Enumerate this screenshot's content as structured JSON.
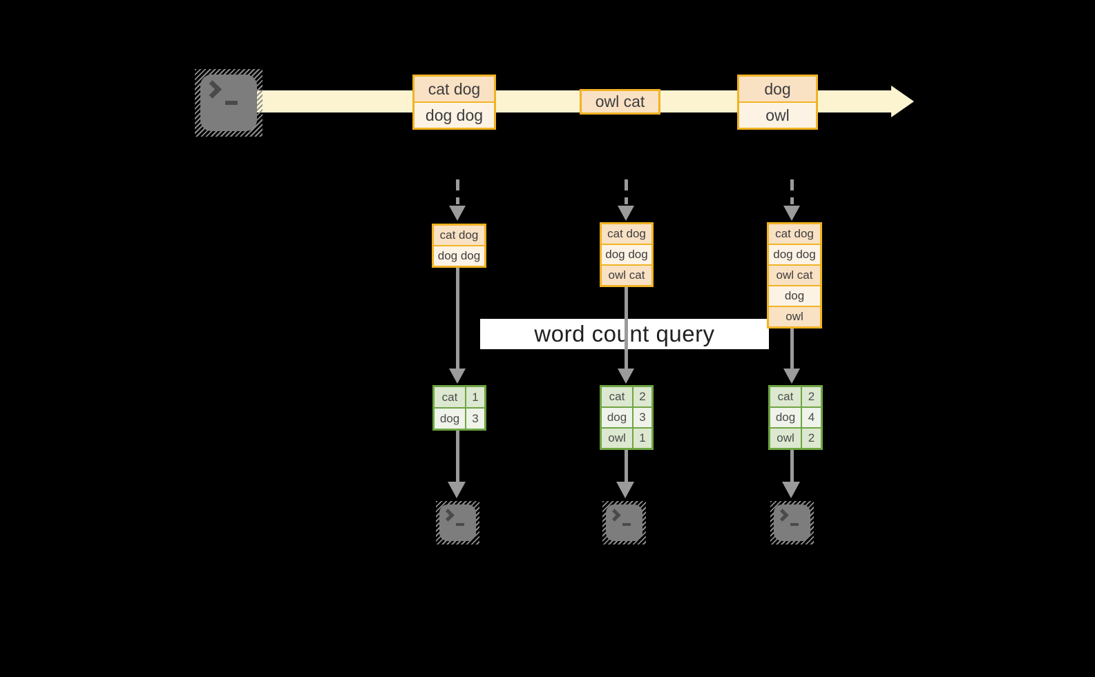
{
  "query": {
    "label": "word count query"
  },
  "stream": {
    "record_boxes": [
      {
        "rows": [
          "cat dog",
          "dog dog"
        ]
      },
      {
        "rows": [
          "owl cat"
        ]
      },
      {
        "rows": [
          "dog",
          "owl"
        ]
      }
    ]
  },
  "tasks": [
    {
      "state_rows": [
        "cat dog",
        "dog dog"
      ],
      "result_rows": [
        {
          "word": "cat",
          "count": "1"
        },
        {
          "word": "dog",
          "count": "3"
        }
      ]
    },
    {
      "state_rows": [
        "cat dog",
        "dog dog",
        "owl cat"
      ],
      "result_rows": [
        {
          "word": "cat",
          "count": "2"
        },
        {
          "word": "dog",
          "count": "3"
        },
        {
          "word": "owl",
          "count": "1"
        }
      ]
    },
    {
      "state_rows": [
        "cat dog",
        "dog dog",
        "owl cat",
        "dog",
        "owl"
      ],
      "result_rows": [
        {
          "word": "cat",
          "count": "2"
        },
        {
          "word": "dog",
          "count": "4"
        },
        {
          "word": "owl",
          "count": "2"
        }
      ]
    }
  ],
  "colors": {
    "stream": "#fcf3d1",
    "record_border": "#f0b323",
    "record_fill_dark": "#f9e1c4",
    "record_fill_light": "#fdf3e5",
    "table_border": "#6fa543",
    "table_fill_dark": "#dce8d0",
    "table_fill_light": "#eff3ea",
    "arrow_gray": "#9b9b9b",
    "terminal_gray": "#7d7d7d"
  }
}
